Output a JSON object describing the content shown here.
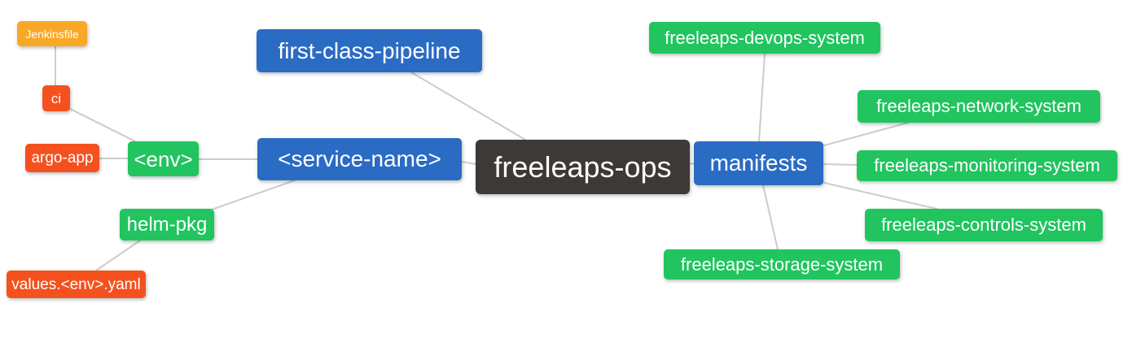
{
  "diagram": {
    "title": "freeleaps-ops mind map",
    "palette": {
      "blue": "#2a6bc4",
      "green": "#21c45f",
      "orange": "#f9a825",
      "red": "#f4511e",
      "dark": "#3d3936",
      "edge": "#cccccc",
      "background": "#ffffff",
      "text": "#ffffff"
    },
    "nodes": {
      "jenkinsfile": {
        "label": "Jenkinsfile",
        "color": "orange"
      },
      "ci": {
        "label": "ci",
        "color": "red"
      },
      "argo_app": {
        "label": "argo-app",
        "color": "red"
      },
      "env": {
        "label": "<env>",
        "color": "green"
      },
      "helm_pkg": {
        "label": "helm-pkg",
        "color": "green"
      },
      "values_env_yaml": {
        "label": "values.<env>.yaml",
        "color": "red"
      },
      "first_class_pipeline": {
        "label": "first-class-pipeline",
        "color": "blue"
      },
      "service_name": {
        "label": "<service-name>",
        "color": "blue"
      },
      "freeleaps_ops": {
        "label": "freeleaps-ops",
        "color": "dark"
      },
      "manifests": {
        "label": "manifests",
        "color": "blue"
      },
      "devops_system": {
        "label": "freeleaps-devops-system",
        "color": "green"
      },
      "network_system": {
        "label": "freeleaps-network-system",
        "color": "green"
      },
      "monitoring_system": {
        "label": "freeleaps-monitoring-system",
        "color": "green"
      },
      "controls_system": {
        "label": "freeleaps-controls-system",
        "color": "green"
      },
      "storage_system": {
        "label": "freeleaps-storage-system",
        "color": "green"
      }
    },
    "edges": [
      {
        "from": "jenkinsfile",
        "to": "ci"
      },
      {
        "from": "ci",
        "to": "env"
      },
      {
        "from": "argo_app",
        "to": "env"
      },
      {
        "from": "env",
        "to": "service_name"
      },
      {
        "from": "helm_pkg",
        "to": "service_name"
      },
      {
        "from": "values_env_yaml",
        "to": "helm_pkg"
      },
      {
        "from": "first_class_pipeline",
        "to": "freeleaps_ops"
      },
      {
        "from": "service_name",
        "to": "freeleaps_ops"
      },
      {
        "from": "freeleaps_ops",
        "to": "manifests"
      },
      {
        "from": "devops_system",
        "to": "manifests"
      },
      {
        "from": "manifests",
        "to": "network_system"
      },
      {
        "from": "manifests",
        "to": "monitoring_system"
      },
      {
        "from": "manifests",
        "to": "controls_system"
      },
      {
        "from": "manifests",
        "to": "storage_system"
      }
    ]
  }
}
